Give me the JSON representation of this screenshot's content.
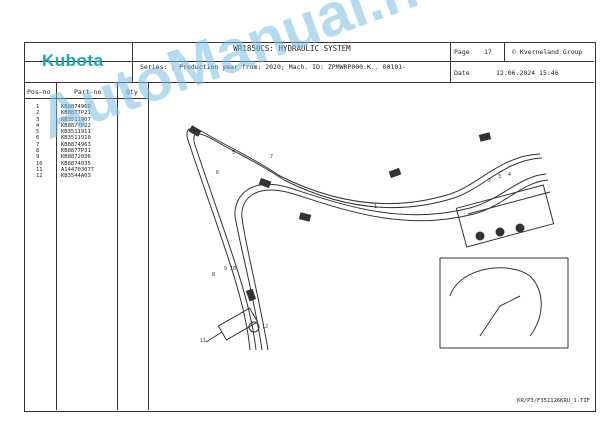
{
  "header": {
    "brand": "Kubota",
    "title": "WR1850CS: HYDRAULIC SYSTEM",
    "series_line": "Series: ; Production year from: 2020; Mach. ID: ZPMWRP000.K.. 00101-",
    "page_label": "Page",
    "page_number": "17",
    "company": "© Kverneland Group",
    "date_label": "Date",
    "date_value": "12.06.2024 15:46"
  },
  "parts_table": {
    "headers": [
      "Pos-no",
      "Part-no",
      "Qty"
    ],
    "positions": [
      "1",
      "2",
      "3",
      "4",
      "5",
      "6",
      "7",
      "8",
      "9",
      "10",
      "11",
      "12"
    ],
    "part_numbers": [
      "KB8874960",
      "KB8877P21",
      "KB3511907",
      "KB8877P22",
      "KB3511911",
      "KB3511910",
      "KB8874963",
      "KB8877P31",
      "KB8872036",
      "KB8874035",
      "A144703077",
      "KB3544A03"
    ]
  },
  "drawing": {
    "callouts": [
      "1",
      "2",
      "3",
      "4",
      "5",
      "6",
      "7",
      "8",
      "9",
      "10",
      "11",
      "12"
    ],
    "file_reference": "KR/P3/F351126KRU_1.TIF"
  },
  "watermark": "AutoManual.net",
  "colors": {
    "brand": "#1aa6b8",
    "watermark": "#78bee6",
    "line": "#333333"
  }
}
